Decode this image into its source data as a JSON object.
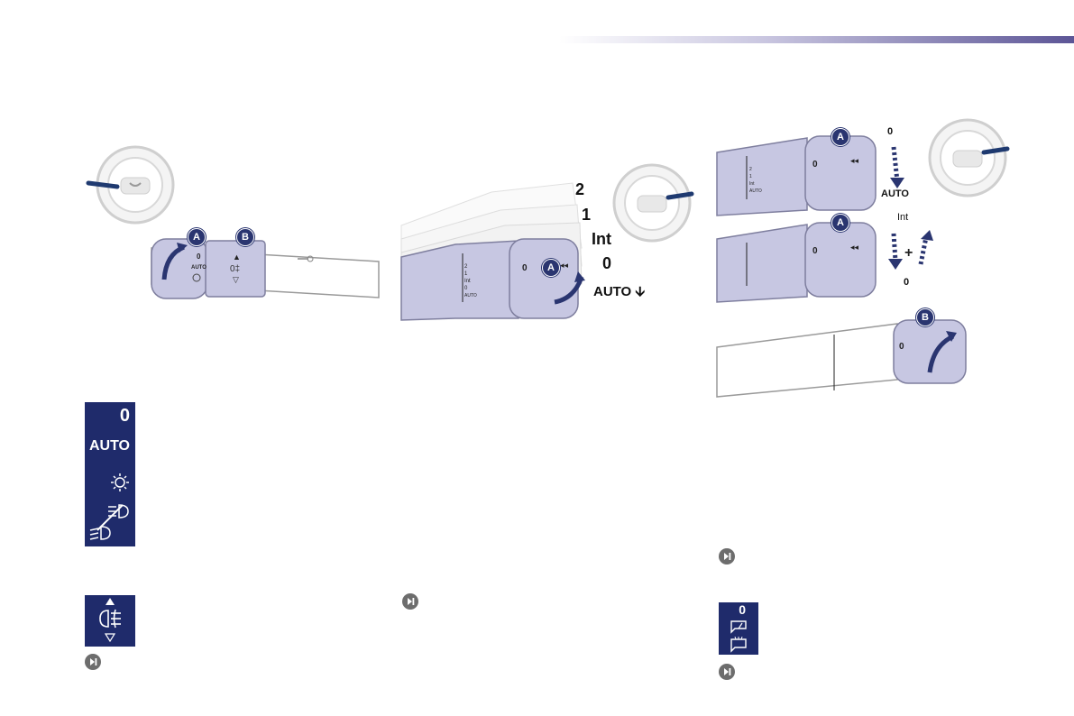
{
  "header": {
    "accent_color": "#5c5596"
  },
  "lighting_figure": {
    "badge_a": "A",
    "badge_b": "B"
  },
  "wiper_front_figure": {
    "positions": [
      "2",
      "1",
      "Int",
      "0",
      "AUTO"
    ],
    "badge_a": "A"
  },
  "wiper_rear_figure": {
    "top_from": "0",
    "top_to": "AUTO",
    "mid_top": "Int",
    "mid_bottom": "0",
    "badge_a_top": "A",
    "badge_a_mid": "A",
    "badge_b": "B"
  },
  "lighting_panel": {
    "rows": [
      "0",
      "AUTO"
    ],
    "icons": [
      "sun-icon",
      "main-beam-icon",
      "dipped-beam-icon"
    ],
    "color": "#1f2b6b"
  },
  "fog_panel": {
    "icons": [
      "arrow-up-icon",
      "rear-fog-icon",
      "arrow-down-icon"
    ]
  },
  "rear_wiper_panel": {
    "row_0": "0",
    "icons": [
      "rear-wiper-icon",
      "rear-wash-icon"
    ]
  },
  "nav_icons": [
    "next-page-icon",
    "next-page-icon",
    "next-page-icon",
    "next-page-icon"
  ]
}
